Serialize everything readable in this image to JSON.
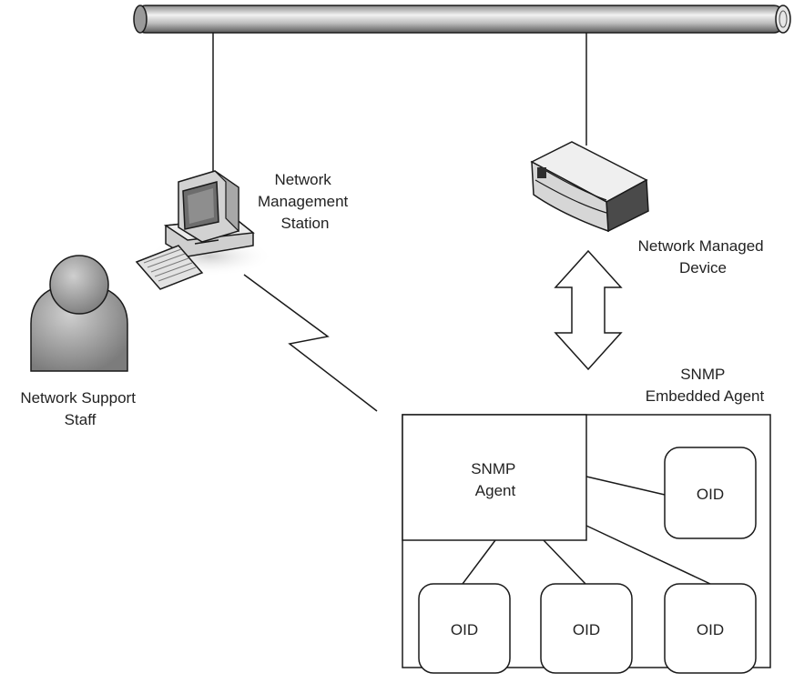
{
  "labels": {
    "station": [
      "Network",
      "Management",
      "Station"
    ],
    "managed_device": [
      "Network Managed",
      "Device"
    ],
    "support_staff": [
      "Network Support",
      "Staff"
    ],
    "embedded_agent": [
      "SNMP",
      "Embedded Agent"
    ],
    "snmp_agent": [
      "SNMP",
      "Agent"
    ],
    "oid": "OID"
  },
  "colors": {
    "stroke": "#1a1a1a",
    "device_dark": "#4a4a4a",
    "device_light": "#d6d6d6",
    "person_fill": "#9c9c9c"
  }
}
